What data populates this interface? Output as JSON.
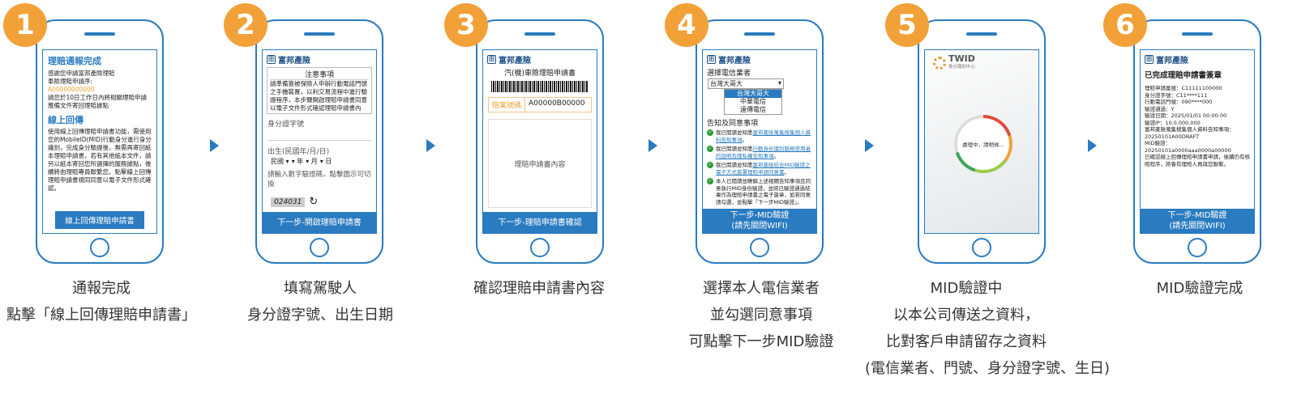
{
  "steps": [
    {
      "number": "1",
      "caption_lines": [
        "通報完成",
        "點擊「線上回傳理賠申請書」"
      ],
      "screen": {
        "heading1": "理賠通報完成",
        "para1": "感謝您申請富邦產險理賠",
        "para2": "車險理賠申請序:",
        "serial": "A00000000000",
        "para3": "請您於10日工作日內將相關理賠申請應備文件寄回理賠據點",
        "heading2": "線上回傳",
        "body": "使用線上回傳理賠申請書功能，需使用您的MobileID(MID)行動身分進行身分識別，完成身分驗證後，無需再寄回紙本理賠申請書，若有其他紙本文件，請另以紙本寄回您所選擇的服務據點，後續將由理賠專員聯繫您。點擊線上回傳理賠申請書視同同意以電子文件形式確認。",
        "button": "線上回傳理賠申請書"
      }
    },
    {
      "number": "2",
      "caption_lines": [
        "填寫駕駛人",
        "身分證字號、出生日期"
      ],
      "screen": {
        "logo": "富邦產險",
        "notice_title": "注意事項",
        "notice_body": "請準備簽被保險人申辦行動電話門號之手機裝置，以利交易流程中進行驗證程序，本步驟開啟理賠申請書同意以電子文件形式確認理賠申請書內容。",
        "id_label": "身分證字號",
        "dob_label": "出生(民國年/月/日)",
        "dob_era": "民國",
        "dob_year": "年",
        "dob_month": "月",
        "dob_day": "日",
        "captcha_label": "請輸入數字驗證碼，點擊圖示可切換",
        "captcha_code": "024031",
        "refresh_icon": "refresh-icon",
        "button": "下一步-開啟理賠申請書"
      }
    },
    {
      "number": "3",
      "caption_lines": [
        "確認理賠申請書內容"
      ],
      "screen": {
        "logo": "富邦產險",
        "doc_title": "汽(機)車險理賠申請書",
        "case_label": "賠案號碼",
        "case_value": "A00000B00000",
        "content_label": "理賠申請書內容",
        "button": "下一步-理賠申請書確認"
      }
    },
    {
      "number": "4",
      "caption_lines": [
        "選擇本人電信業者",
        "並勾選同意事項",
        "可點擊下一步MID驗證"
      ],
      "screen": {
        "logo": "富邦產險",
        "carrier_label": "選擇電信業者",
        "carrier_selected": "台灣大哥大",
        "carrier_options": [
          "台灣大哥大",
          "中華電信",
          "遠傳電信"
        ],
        "consent_title": "告知及同意事項",
        "consents": [
          {
            "prefix": "我已閱讀並知悉",
            "link": "富邦產險蒐集搜集個人資料告知事項",
            "suffix": "。"
          },
          {
            "prefix": "我已閱讀並知悉",
            "link": "行動身份識別服務使用者的說明及隱私權告知事項",
            "suffix": "。"
          },
          {
            "prefix": "我已閱讀並知悉",
            "link": "富邦產險結合MID驗證之電子方式簽署理賠申請同意書",
            "suffix": "。"
          },
          {
            "prefix": "本人已閱讀並瞭解上述相關告知事項且同意執行MID身份驗證，並將已驗證通過結果作為理賠申請書之電子簽章，如若同意請勾選，並點擊「下一步MID驗證」。",
            "link": "",
            "suffix": ""
          }
        ],
        "button_line1": "下一步-MID驗證",
        "button_line2": "(請先關閉WIFI)"
      }
    },
    {
      "number": "5",
      "caption_lines": [
        "MID驗證中",
        "以本公司傳送之資料，",
        "比對客戶申請留存之資料",
        "(電信業者、門號、身分證字號、生日)"
      ],
      "screen": {
        "twid_logo": "TWID",
        "twid_sub": "身分識別中心",
        "loading_text": "處理中，請稍候..."
      }
    },
    {
      "number": "6",
      "caption_lines": [
        "MID驗證完成"
      ],
      "screen": {
        "logo": "富邦產險",
        "done_title": "已完成理賠申請書簽章",
        "lines": [
          "理賠申請案號：C11111100000",
          "身分證字號：C11****111",
          "行動電話門號：090****000",
          "驗證通過：Y",
          "驗證日期：2025/01/01 00:00:00",
          "驗證IP：10.0.000.000",
          "富邦產險蒐集搜集個人資料告知事項：20250101A00DRAFT",
          "MID驗證：",
          "20250101a0000aaa0000a00000",
          "已確認線上回傳理賠申請書申請，後續仍有核賠程序，將會有理賠人員與您聯繫。"
        ],
        "button_line1": "下一步-MID驗證",
        "button_line2": "(請先關閉WIFI)"
      }
    }
  ],
  "colors": {
    "accent": "#2a7bc0",
    "badge": "#f2a139",
    "orange_text": "#f2a139",
    "check": "#2e9a3a"
  }
}
